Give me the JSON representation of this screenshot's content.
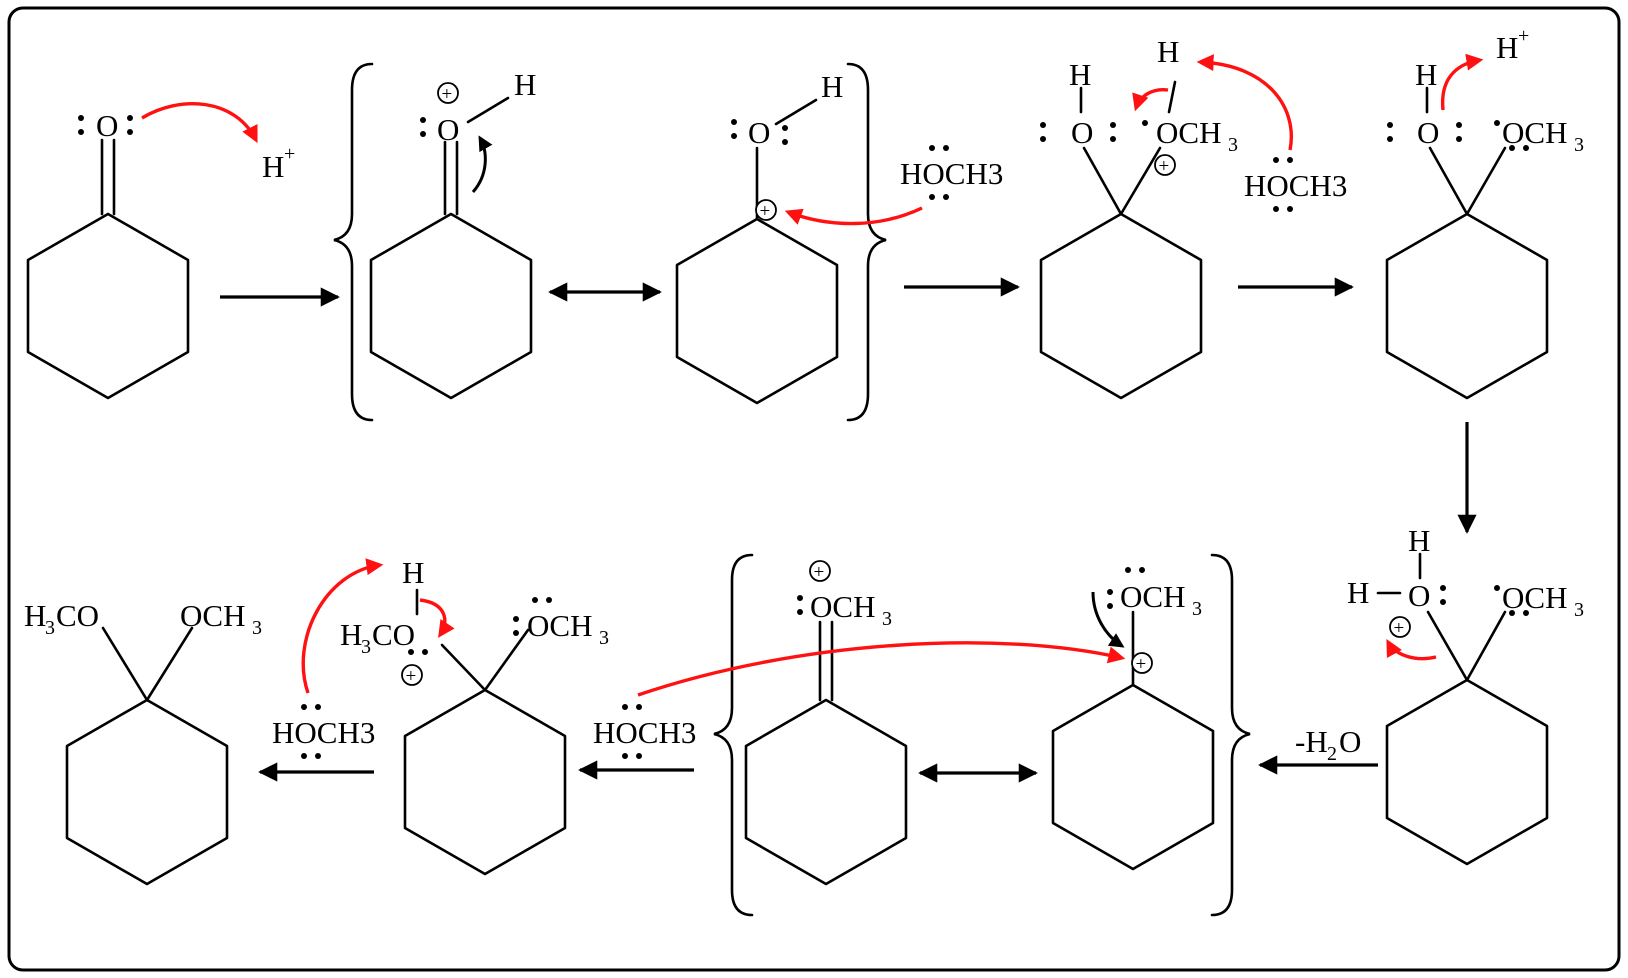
{
  "title": "Acid-catalyzed acetal formation from cyclohexanone and methanol",
  "colors": {
    "electron_push": "#ff1111",
    "ink": "#000000",
    "background": "#ffffff"
  },
  "labels": {
    "o1": "O",
    "hplus1": "H",
    "plus_sup": "+",
    "o2": "O",
    "h2": "H",
    "o3": "O",
    "h3": "H",
    "nuc1": "HOCH3",
    "h4": "H",
    "o4": "O",
    "och3_4": "OCH",
    "sub3": "3",
    "h4b": "H",
    "nuc2": "HOCH3",
    "h5": "H",
    "o5": "O",
    "och3_5": "OCH",
    "hplus5": "H",
    "h6": "H",
    "h6b": "H",
    "o6": "O",
    "och3_6": "OCH",
    "minus_water": "-H",
    "sub2": "2",
    "water_o": "O",
    "och3_7": "OCH",
    "och3_8": "OCH",
    "nuc3": "HOCH3",
    "h3co_9": "H",
    "co_9": "CO",
    "h9": "H",
    "och3_9": "OCH",
    "nuc4": "HOCH3",
    "h3co_10": "H",
    "co_10": "CO",
    "och3_10": "OCH"
  },
  "charge_symbol": "+"
}
